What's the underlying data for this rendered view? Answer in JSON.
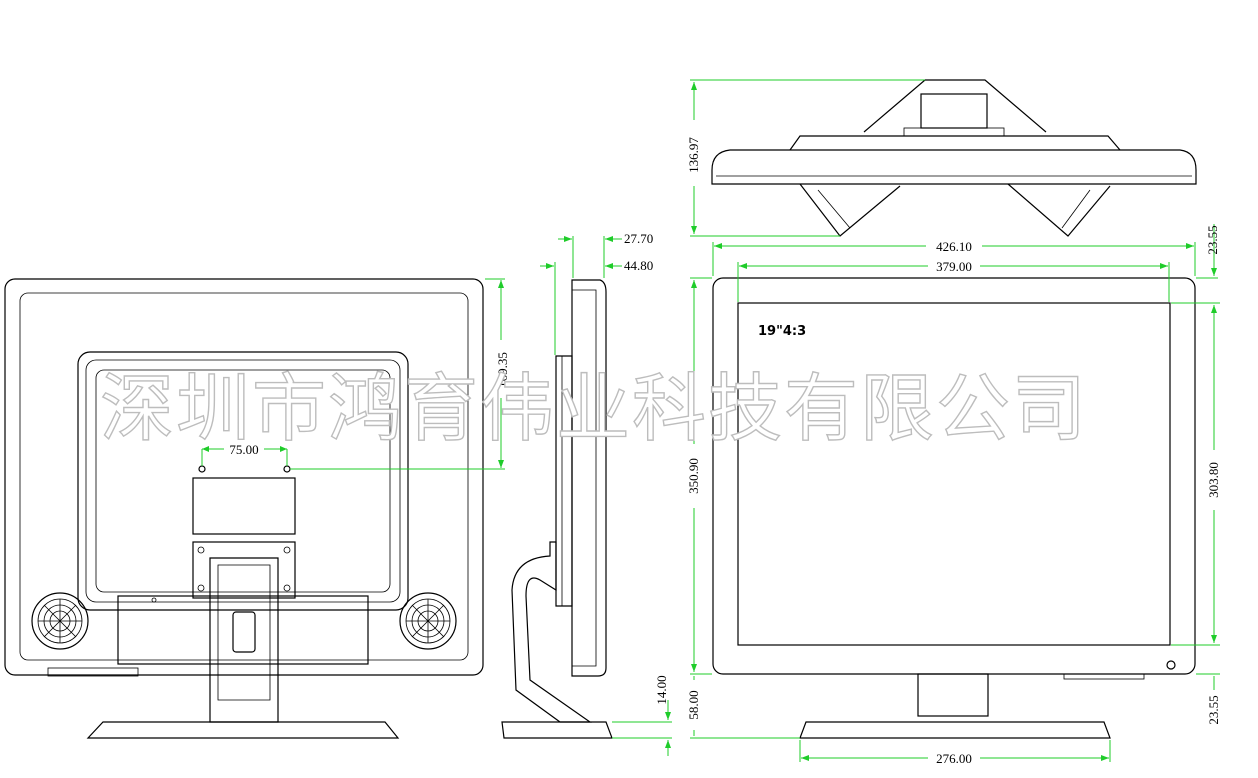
{
  "watermark": "深圳市鸿育伟业科技有限公司",
  "screen_label": "19\"4:3",
  "dimensions": {
    "top_depth": "136.97",
    "side_thick_a": "27.70",
    "side_thick_b": "44.80",
    "front_width": "426.10",
    "screen_width": "379.00",
    "bezel_top": "23.55",
    "front_height": "350.90",
    "screen_height": "303.80",
    "base_depth": "14.00",
    "stand_height": "58.00",
    "bezel_bottom": "23.55",
    "base_width": "276.00",
    "vesa_width": "75.00",
    "vesa_height": "169.35"
  },
  "colors": {
    "dimension_line": "#1fcc2a",
    "outline": "#000000",
    "watermark_stroke": "#bdbdbd"
  }
}
